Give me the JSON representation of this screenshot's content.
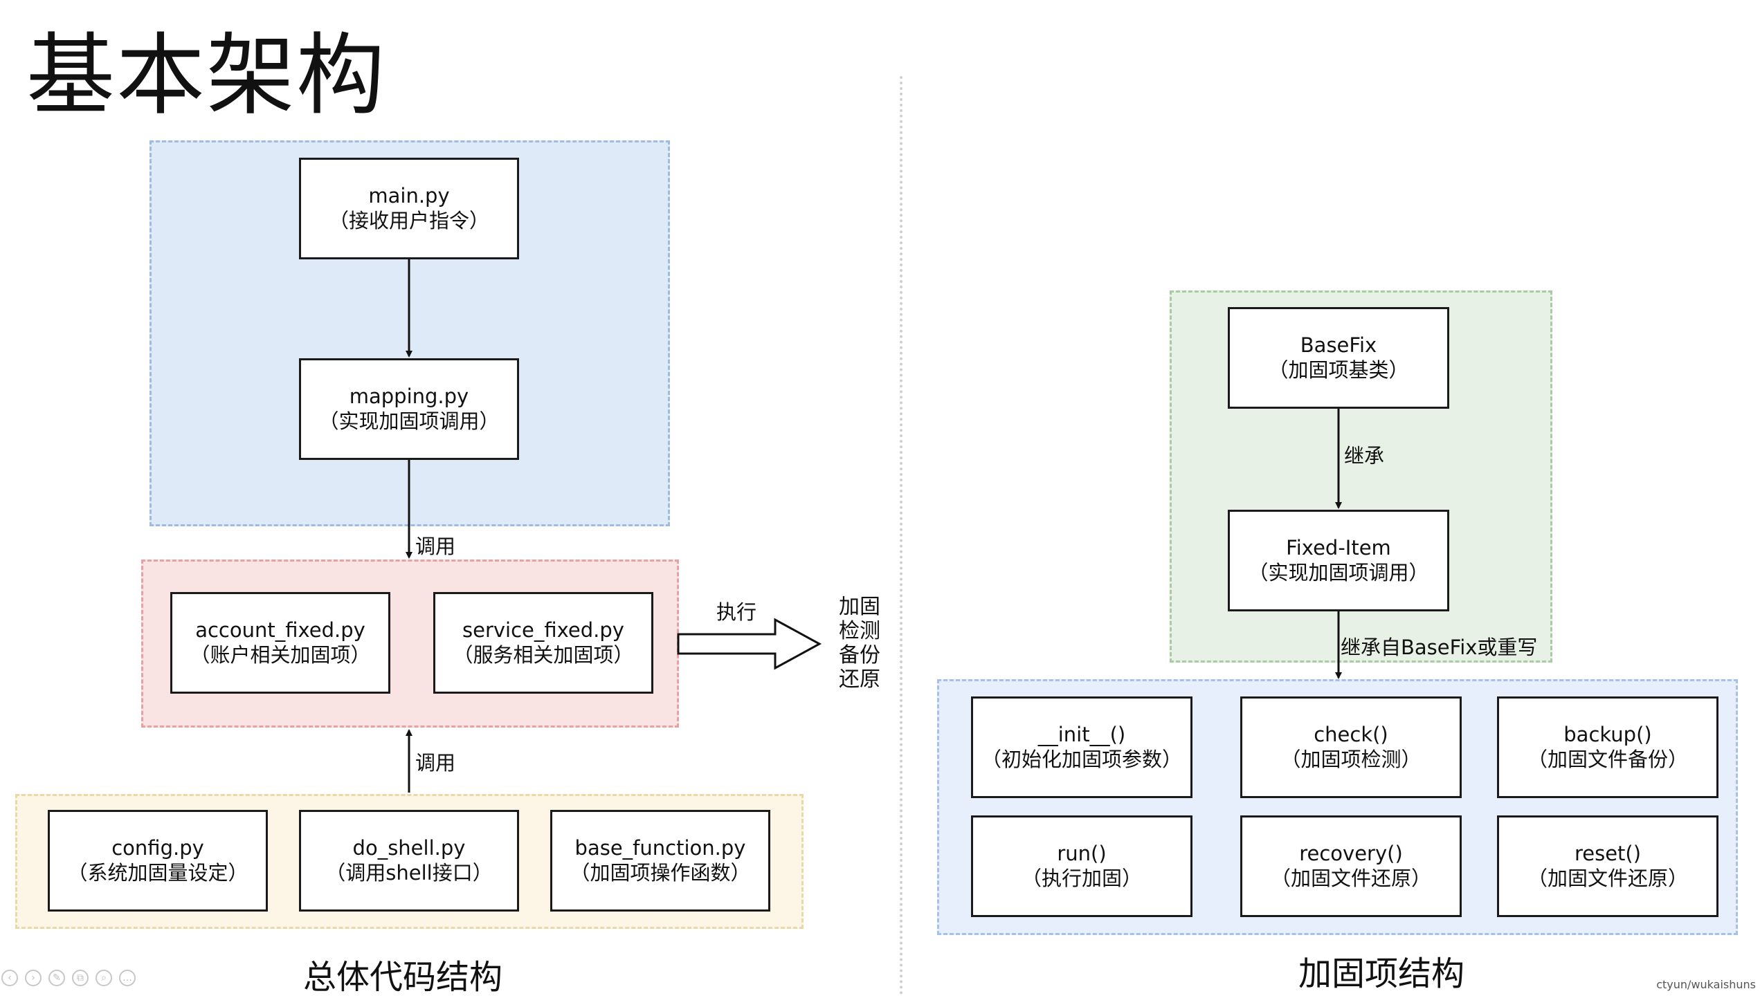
{
  "title": "基本架构",
  "left": {
    "caption": "总体代码结构",
    "main": {
      "name": "main.py",
      "desc": "（接收用户指令）"
    },
    "mapping": {
      "name": "mapping.py",
      "desc": "（实现加固项调用）"
    },
    "account": {
      "name": "account_fixed.py",
      "desc": "（账户相关加固项）"
    },
    "service": {
      "name": "service_fixed.py",
      "desc": "（服务相关加固项）"
    },
    "config": {
      "name": "config.py",
      "desc": "（系统加固量设定）"
    },
    "doshell": {
      "name": "do_shell.py",
      "desc": "（调用shell接口）"
    },
    "basefunc": {
      "name": "base_function.py",
      "desc": "（加固项操作函数）"
    },
    "call_label_1": "调用",
    "call_label_2": "调用",
    "exec_label": "执行",
    "actions": [
      "加固",
      "检测",
      "备份",
      "还原"
    ]
  },
  "right": {
    "caption": "加固项结构",
    "basefix": {
      "name": "BaseFix",
      "desc": "（加固项基类）"
    },
    "fixeditem": {
      "name": "Fixed-Item",
      "desc": "（实现加固项调用）"
    },
    "inherit_label": "继承",
    "inherit_override_label": "继承自BaseFix或重写",
    "methods": [
      {
        "name": "__init__()",
        "desc": "（初始化加固项参数）"
      },
      {
        "name": "check()",
        "desc": "（加固项检测）"
      },
      {
        "name": "backup()",
        "desc": "（加固文件备份）"
      },
      {
        "name": "run()",
        "desc": "（执行加固）"
      },
      {
        "name": "recovery()",
        "desc": "（加固文件还原）"
      },
      {
        "name": "reset()",
        "desc": "（加固文件还原）"
      }
    ]
  },
  "watermark": "ctyun/wukaishuns",
  "toolbar_icons": [
    "prev-icon",
    "next-icon",
    "pen-icon",
    "copy-icon",
    "zoom-icon",
    "more-icon"
  ]
}
